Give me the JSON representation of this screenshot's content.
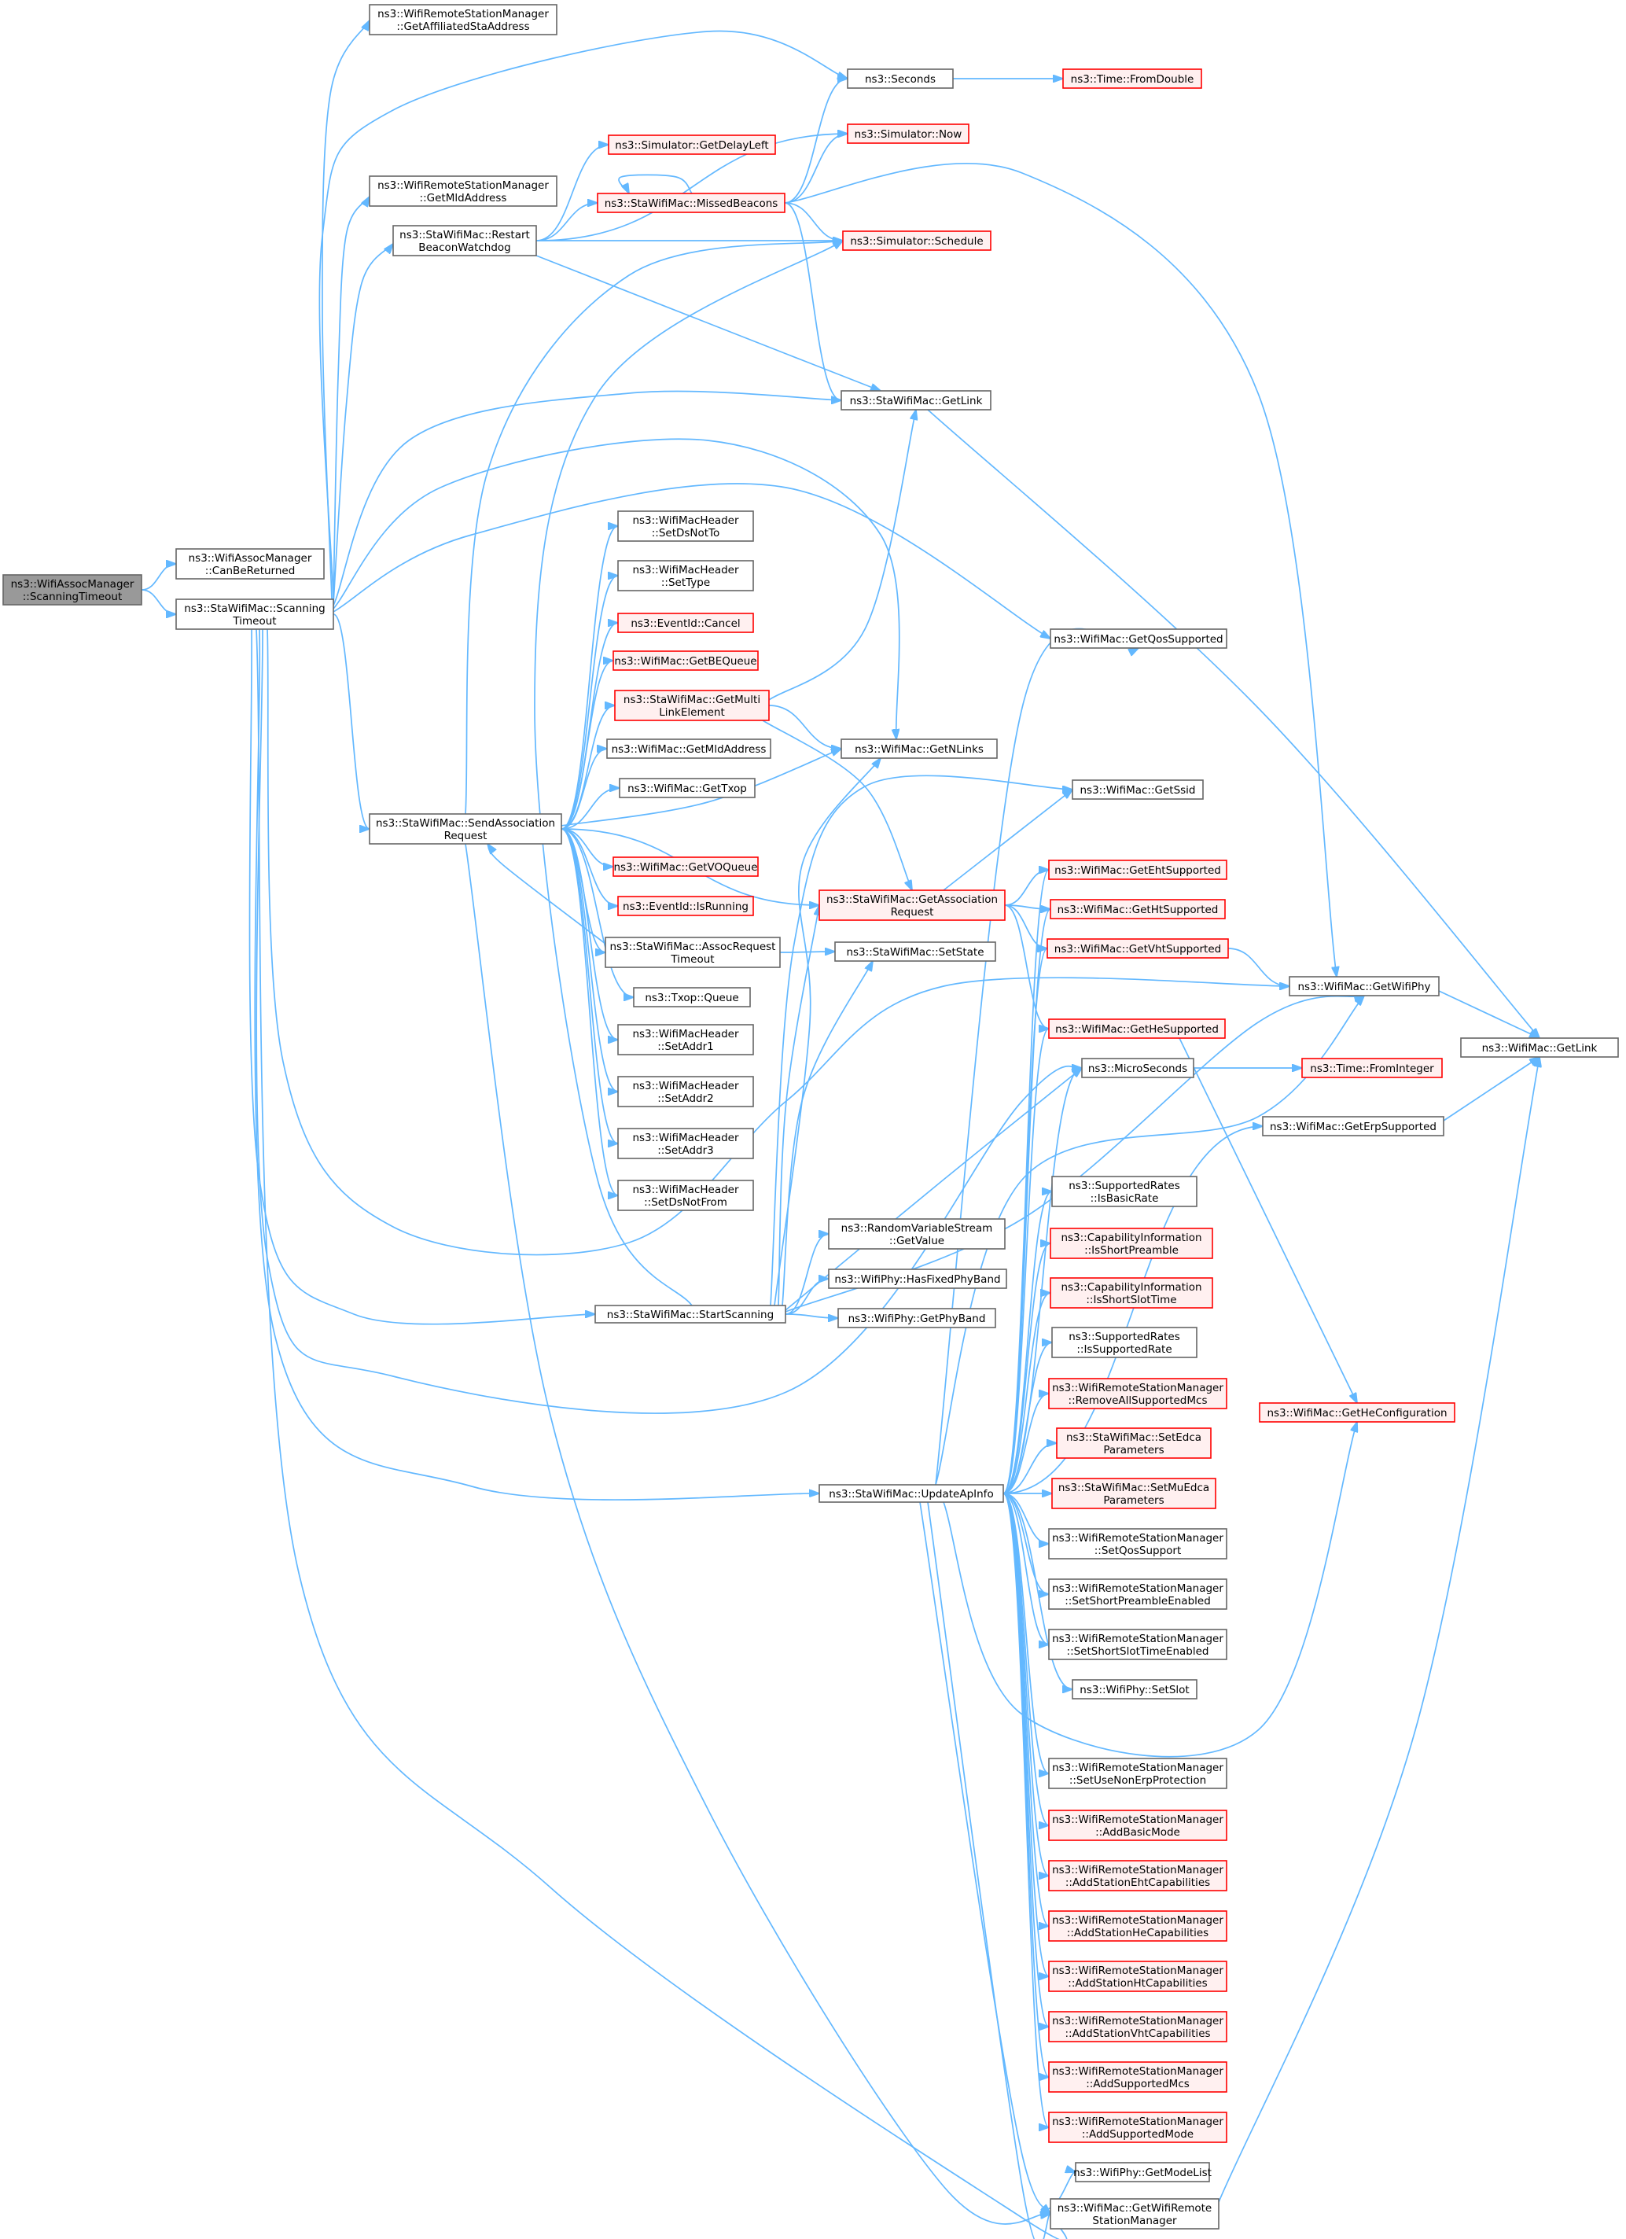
{
  "diagram": {
    "type": "call-graph",
    "colors": {
      "edge": "#63b8ff",
      "text": "#000000",
      "node_fill": "#ffffff",
      "node_border": "#666666",
      "root_fill": "#999999",
      "root_border": "#666666",
      "truncated_fill": "#fff0f0",
      "truncated_border": "#ff0000"
    },
    "nodes": [
      {
        "id": "root",
        "lines": [
          "ns3::WifiAssocManager",
          "::ScanningTimeout"
        ],
        "style": "root"
      },
      {
        "id": "canbereturned",
        "lines": [
          "ns3::WifiAssocManager",
          "::CanBeReturned"
        ],
        "style": "normal"
      },
      {
        "id": "scanningtimeout",
        "lines": [
          "ns3::StaWifiMac::Scanning",
          "Timeout"
        ],
        "style": "normal"
      },
      {
        "id": "getaffiliated",
        "lines": [
          "ns3::WifiRemoteStationManager",
          "::GetAffiliatedStaAddress"
        ],
        "style": "normal"
      },
      {
        "id": "getmldaddress_rsm",
        "lines": [
          "ns3::WifiRemoteStationManager",
          "::GetMldAddress"
        ],
        "style": "normal"
      },
      {
        "id": "restartbeacon",
        "lines": [
          "ns3::StaWifiMac::Restart",
          "BeaconWatchdog"
        ],
        "style": "normal"
      },
      {
        "id": "sendassoc",
        "lines": [
          "ns3::StaWifiMac::SendAssociation",
          "Request"
        ],
        "style": "normal"
      },
      {
        "id": "startscanning",
        "lines": [
          "ns3::StaWifiMac::StartScanning"
        ],
        "style": "normal"
      },
      {
        "id": "updateapinfo",
        "lines": [
          "ns3::StaWifiMac::UpdateApInfo"
        ],
        "style": "normal"
      },
      {
        "id": "getdelayleft",
        "lines": [
          "ns3::Simulator::GetDelayLeft"
        ],
        "style": "truncated"
      },
      {
        "id": "missedbeacons",
        "lines": [
          "ns3::StaWifiMac::MissedBeacons"
        ],
        "style": "truncated"
      },
      {
        "id": "setdsnotto",
        "lines": [
          "ns3::WifiMacHeader",
          "::SetDsNotTo"
        ],
        "style": "normal"
      },
      {
        "id": "settype",
        "lines": [
          "ns3::WifiMacHeader",
          "::SetType"
        ],
        "style": "normal"
      },
      {
        "id": "cancel",
        "lines": [
          "ns3::EventId::Cancel"
        ],
        "style": "truncated"
      },
      {
        "id": "getbequeue",
        "lines": [
          "ns3::WifiMac::GetBEQueue"
        ],
        "style": "truncated"
      },
      {
        "id": "getmultilink",
        "lines": [
          "ns3::StaWifiMac::GetMulti",
          "LinkElement"
        ],
        "style": "truncated"
      },
      {
        "id": "getmldaddress_mac",
        "lines": [
          "ns3::WifiMac::GetMldAddress"
        ],
        "style": "normal"
      },
      {
        "id": "gettxop",
        "lines": [
          "ns3::WifiMac::GetTxop"
        ],
        "style": "normal"
      },
      {
        "id": "getvoqueue",
        "lines": [
          "ns3::WifiMac::GetVOQueue"
        ],
        "style": "truncated"
      },
      {
        "id": "isrunning",
        "lines": [
          "ns3::EventId::IsRunning"
        ],
        "style": "truncated"
      },
      {
        "id": "assocrequesttimeout",
        "lines": [
          "ns3::StaWifiMac::AssocRequest",
          "Timeout"
        ],
        "style": "normal"
      },
      {
        "id": "txopqueue",
        "lines": [
          "ns3::Txop::Queue"
        ],
        "style": "normal"
      },
      {
        "id": "setaddr1",
        "lines": [
          "ns3::WifiMacHeader",
          "::SetAddr1"
        ],
        "style": "normal"
      },
      {
        "id": "setaddr2",
        "lines": [
          "ns3::WifiMacHeader",
          "::SetAddr2"
        ],
        "style": "normal"
      },
      {
        "id": "setaddr3",
        "lines": [
          "ns3::WifiMacHeader",
          "::SetAddr3"
        ],
        "style": "normal"
      },
      {
        "id": "setdsnotfrom",
        "lines": [
          "ns3::WifiMacHeader",
          "::SetDsNotFrom"
        ],
        "style": "normal"
      },
      {
        "id": "seconds",
        "lines": [
          "ns3::Seconds"
        ],
        "style": "normal"
      },
      {
        "id": "now",
        "lines": [
          "ns3::Simulator::Now"
        ],
        "style": "truncated"
      },
      {
        "id": "schedule",
        "lines": [
          "ns3::Simulator::Schedule"
        ],
        "style": "truncated"
      },
      {
        "id": "getlink_sta",
        "lines": [
          "ns3::StaWifiMac::GetLink"
        ],
        "style": "normal"
      },
      {
        "id": "getnlinks",
        "lines": [
          "ns3::WifiMac::GetNLinks"
        ],
        "style": "normal"
      },
      {
        "id": "getassocreq",
        "lines": [
          "ns3::StaWifiMac::GetAssociation",
          "Request"
        ],
        "style": "truncated"
      },
      {
        "id": "setstate",
        "lines": [
          "ns3::StaWifiMac::SetState"
        ],
        "style": "normal"
      },
      {
        "id": "getvalue",
        "lines": [
          "ns3::RandomVariableStream",
          "::GetValue"
        ],
        "style": "normal"
      },
      {
        "id": "hasfixedphyband",
        "lines": [
          "ns3::WifiPhy::HasFixedPhyBand"
        ],
        "style": "normal"
      },
      {
        "id": "getphyband",
        "lines": [
          "ns3::WifiPhy::GetPhyBand"
        ],
        "style": "normal"
      },
      {
        "id": "fromdouble",
        "lines": [
          "ns3::Time::FromDouble"
        ],
        "style": "truncated"
      },
      {
        "id": "getqossupported",
        "lines": [
          "ns3::WifiMac::GetQosSupported"
        ],
        "style": "normal"
      },
      {
        "id": "getssid",
        "lines": [
          "ns3::WifiMac::GetSsid"
        ],
        "style": "normal"
      },
      {
        "id": "getehtsupported",
        "lines": [
          "ns3::WifiMac::GetEhtSupported"
        ],
        "style": "truncated"
      },
      {
        "id": "gethtsupported",
        "lines": [
          "ns3::WifiMac::GetHtSupported"
        ],
        "style": "truncated"
      },
      {
        "id": "getvhtsupported",
        "lines": [
          "ns3::WifiMac::GetVhtSupported"
        ],
        "style": "truncated"
      },
      {
        "id": "gethesupported",
        "lines": [
          "ns3::WifiMac::GetHeSupported"
        ],
        "style": "truncated"
      },
      {
        "id": "microseconds",
        "lines": [
          "ns3::MicroSeconds"
        ],
        "style": "normal"
      },
      {
        "id": "isbasicrate",
        "lines": [
          "ns3::SupportedRates",
          "::IsBasicRate"
        ],
        "style": "normal"
      },
      {
        "id": "isshortpreamble",
        "lines": [
          "ns3::CapabilityInformation",
          "::IsShortPreamble"
        ],
        "style": "truncated"
      },
      {
        "id": "isshortslottime",
        "lines": [
          "ns3::CapabilityInformation",
          "::IsShortSlotTime"
        ],
        "style": "truncated"
      },
      {
        "id": "issupportedrate",
        "lines": [
          "ns3::SupportedRates",
          "::IsSupportedRate"
        ],
        "style": "normal"
      },
      {
        "id": "removeallmcs",
        "lines": [
          "ns3::WifiRemoteStationManager",
          "::RemoveAllSupportedMcs"
        ],
        "style": "truncated"
      },
      {
        "id": "setedca",
        "lines": [
          "ns3::StaWifiMac::SetEdca",
          "Parameters"
        ],
        "style": "truncated"
      },
      {
        "id": "setmuedca",
        "lines": [
          "ns3::StaWifiMac::SetMuEdca",
          "Parameters"
        ],
        "style": "truncated"
      },
      {
        "id": "setqossupport",
        "lines": [
          "ns3::WifiRemoteStationManager",
          "::SetQosSupport"
        ],
        "style": "normal"
      },
      {
        "id": "setshortpreamble",
        "lines": [
          "ns3::WifiRemoteStationManager",
          "::SetShortPreambleEnabled"
        ],
        "style": "normal"
      },
      {
        "id": "setshortslot",
        "lines": [
          "ns3::WifiRemoteStationManager",
          "::SetShortSlotTimeEnabled"
        ],
        "style": "normal"
      },
      {
        "id": "setslot",
        "lines": [
          "ns3::WifiPhy::SetSlot"
        ],
        "style": "normal"
      },
      {
        "id": "setusenonerp",
        "lines": [
          "ns3::WifiRemoteStationManager",
          "::SetUseNonErpProtection"
        ],
        "style": "normal"
      },
      {
        "id": "addbasicmode",
        "lines": [
          "ns3::WifiRemoteStationManager",
          "::AddBasicMode"
        ],
        "style": "truncated"
      },
      {
        "id": "addeht",
        "lines": [
          "ns3::WifiRemoteStationManager",
          "::AddStationEhtCapabilities"
        ],
        "style": "truncated"
      },
      {
        "id": "addhe",
        "lines": [
          "ns3::WifiRemoteStationManager",
          "::AddStationHeCapabilities"
        ],
        "style": "truncated"
      },
      {
        "id": "addht",
        "lines": [
          "ns3::WifiRemoteStationManager",
          "::AddStationHtCapabilities"
        ],
        "style": "truncated"
      },
      {
        "id": "addvht",
        "lines": [
          "ns3::WifiRemoteStationManager",
          "::AddStationVhtCapabilities"
        ],
        "style": "truncated"
      },
      {
        "id": "addsupportedmcs",
        "lines": [
          "ns3::WifiRemoteStationManager",
          "::AddSupportedMcs"
        ],
        "style": "truncated"
      },
      {
        "id": "addsupportedmode",
        "lines": [
          "ns3::WifiRemoteStationManager",
          "::AddSupportedMode"
        ],
        "style": "truncated"
      },
      {
        "id": "getmodelist",
        "lines": [
          "ns3::WifiPhy::GetModeList"
        ],
        "style": "normal"
      },
      {
        "id": "getwifirsm",
        "lines": [
          "ns3::WifiMac::GetWifiRemote",
          "StationManager"
        ],
        "style": "normal"
      },
      {
        "id": "getwifiphy",
        "lines": [
          "ns3::WifiMac::GetWifiPhy"
        ],
        "style": "normal"
      },
      {
        "id": "fromint",
        "lines": [
          "ns3::Time::FromInteger"
        ],
        "style": "truncated"
      },
      {
        "id": "geterpsupported",
        "lines": [
          "ns3::WifiMac::GetErpSupported"
        ],
        "style": "normal"
      },
      {
        "id": "gethecfg",
        "lines": [
          "ns3::WifiMac::GetHeConfiguration"
        ],
        "style": "truncated"
      },
      {
        "id": "getlink_mac",
        "lines": [
          "ns3::WifiMac::GetLink"
        ],
        "style": "normal"
      }
    ],
    "edges": [
      [
        "root",
        "canbereturned"
      ],
      [
        "root",
        "scanningtimeout"
      ],
      [
        "scanningtimeout",
        "getaffiliated"
      ],
      [
        "scanningtimeout",
        "getmldaddress_rsm"
      ],
      [
        "scanningtimeout",
        "restartbeacon"
      ],
      [
        "scanningtimeout",
        "seconds"
      ],
      [
        "scanningtimeout",
        "getlink_sta"
      ],
      [
        "scanningtimeout",
        "getnlinks"
      ],
      [
        "scanningtimeout",
        "getqossupported"
      ],
      [
        "scanningtimeout",
        "sendassoc"
      ],
      [
        "scanningtimeout",
        "startscanning"
      ],
      [
        "scanningtimeout",
        "updateapinfo"
      ],
      [
        "scanningtimeout",
        "getwifiphy"
      ],
      [
        "scanningtimeout",
        "microseconds"
      ],
      [
        "scanningtimeout",
        "getwifirsm"
      ],
      [
        "restartbeacon",
        "getdelayleft"
      ],
      [
        "restartbeacon",
        "missedbeacons"
      ],
      [
        "restartbeacon",
        "now"
      ],
      [
        "restartbeacon",
        "schedule"
      ],
      [
        "restartbeacon",
        "getlink_sta"
      ],
      [
        "missedbeacons",
        "missedbeacons"
      ],
      [
        "missedbeacons",
        "seconds"
      ],
      [
        "missedbeacons",
        "now"
      ],
      [
        "missedbeacons",
        "schedule"
      ],
      [
        "missedbeacons",
        "getlink_sta"
      ],
      [
        "missedbeacons",
        "getwifiphy"
      ],
      [
        "seconds",
        "fromdouble"
      ],
      [
        "getlink_sta",
        "getlink_mac"
      ],
      [
        "sendassoc",
        "schedule"
      ],
      [
        "sendassoc",
        "setdsnotto"
      ],
      [
        "sendassoc",
        "settype"
      ],
      [
        "sendassoc",
        "cancel"
      ],
      [
        "sendassoc",
        "getbequeue"
      ],
      [
        "sendassoc",
        "getmultilink"
      ],
      [
        "sendassoc",
        "getmldaddress_mac"
      ],
      [
        "sendassoc",
        "gettxop"
      ],
      [
        "sendassoc",
        "getnlinks"
      ],
      [
        "sendassoc",
        "getvoqueue"
      ],
      [
        "sendassoc",
        "isrunning"
      ],
      [
        "sendassoc",
        "assocrequesttimeout"
      ],
      [
        "sendassoc",
        "txopqueue"
      ],
      [
        "sendassoc",
        "setaddr1"
      ],
      [
        "sendassoc",
        "setaddr2"
      ],
      [
        "sendassoc",
        "setaddr3"
      ],
      [
        "sendassoc",
        "setdsnotfrom"
      ],
      [
        "sendassoc",
        "getassocreq"
      ],
      [
        "sendassoc",
        "getwifirsm"
      ],
      [
        "assocrequesttimeout",
        "sendassoc"
      ],
      [
        "assocrequesttimeout",
        "setstate"
      ],
      [
        "getmultilink",
        "getlink_sta"
      ],
      [
        "getmultilink",
        "getnlinks"
      ],
      [
        "getmultilink",
        "getassocreq"
      ],
      [
        "getassocreq",
        "getssid"
      ],
      [
        "getassocreq",
        "getehtsupported"
      ],
      [
        "getassocreq",
        "gethtsupported"
      ],
      [
        "getassocreq",
        "getvhtsupported"
      ],
      [
        "getassocreq",
        "gethesupported"
      ],
      [
        "startscanning",
        "getvalue"
      ],
      [
        "startscanning",
        "hasfixedphyband"
      ],
      [
        "startscanning",
        "getphyband"
      ],
      [
        "startscanning",
        "getassocreq"
      ],
      [
        "startscanning",
        "setstate"
      ],
      [
        "startscanning",
        "getnlinks"
      ],
      [
        "startscanning",
        "getssid"
      ],
      [
        "startscanning",
        "microseconds"
      ],
      [
        "startscanning",
        "schedule"
      ],
      [
        "startscanning",
        "getwifiphy"
      ],
      [
        "updateapinfo",
        "getqossupported"
      ],
      [
        "updateapinfo",
        "getehtsupported"
      ],
      [
        "updateapinfo",
        "gethtsupported"
      ],
      [
        "updateapinfo",
        "getvhtsupported"
      ],
      [
        "updateapinfo",
        "gethesupported"
      ],
      [
        "updateapinfo",
        "microseconds"
      ],
      [
        "updateapinfo",
        "geterpsupported"
      ],
      [
        "updateapinfo",
        "isbasicrate"
      ],
      [
        "updateapinfo",
        "isshortpreamble"
      ],
      [
        "updateapinfo",
        "isshortslottime"
      ],
      [
        "updateapinfo",
        "issupportedrate"
      ],
      [
        "updateapinfo",
        "removeallmcs"
      ],
      [
        "updateapinfo",
        "setedca"
      ],
      [
        "updateapinfo",
        "setmuedca"
      ],
      [
        "updateapinfo",
        "setqossupport"
      ],
      [
        "updateapinfo",
        "setshortpreamble"
      ],
      [
        "updateapinfo",
        "setshortslot"
      ],
      [
        "updateapinfo",
        "setslot"
      ],
      [
        "updateapinfo",
        "gethecfg"
      ],
      [
        "updateapinfo",
        "setusenonerp"
      ],
      [
        "updateapinfo",
        "addbasicmode"
      ],
      [
        "updateapinfo",
        "addeht"
      ],
      [
        "updateapinfo",
        "addhe"
      ],
      [
        "updateapinfo",
        "addht"
      ],
      [
        "updateapinfo",
        "addvht"
      ],
      [
        "updateapinfo",
        "addsupportedmcs"
      ],
      [
        "updateapinfo",
        "addsupportedmode"
      ],
      [
        "updateapinfo",
        "getmodelist"
      ],
      [
        "updateapinfo",
        "getwifirsm"
      ],
      [
        "updateapinfo",
        "getwifiphy"
      ],
      [
        "getvhtsupported",
        "getwifiphy"
      ],
      [
        "gethesupported",
        "gethecfg"
      ],
      [
        "microseconds",
        "fromint"
      ],
      [
        "getwifiphy",
        "getlink_mac"
      ],
      [
        "geterpsupported",
        "getlink_mac"
      ],
      [
        "getwifirsm",
        "getlink_mac"
      ]
    ]
  }
}
